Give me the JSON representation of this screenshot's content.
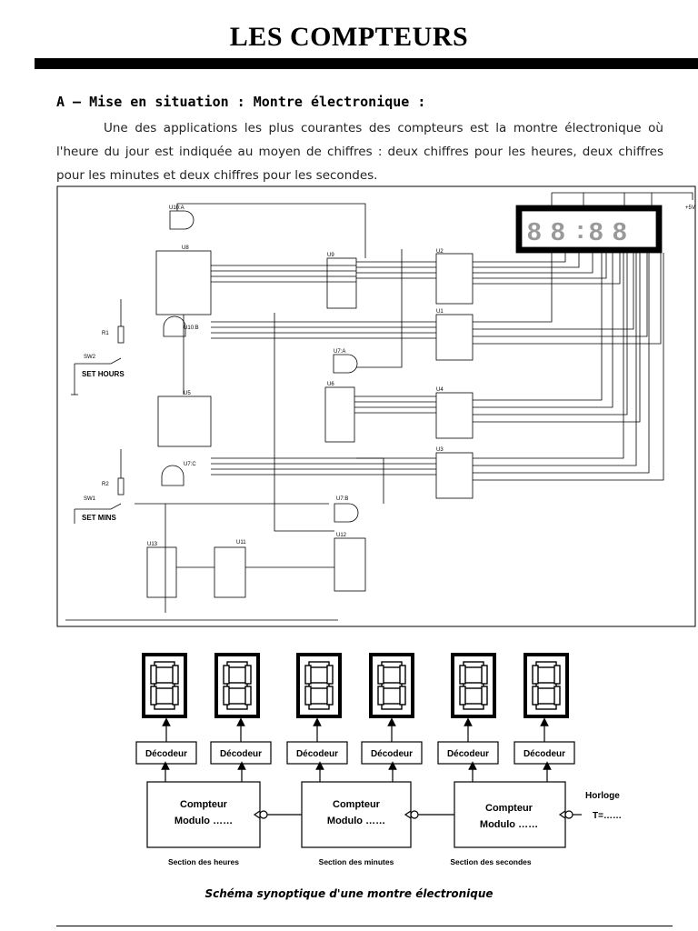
{
  "page": {
    "title": "LES COMPTEURS",
    "section_heading": "A – Mise en situation : Montre électronique :",
    "intro_text": "Une des applications les plus courantes des compteurs est la montre électronique où l'heure du jour est indiquée au moyen de chiffres : deux chiffres pour les heures, deux chiffres pour les minutes et deux chiffres pour les secondes."
  },
  "schematic": {
    "labels": {
      "u10a": "U10:A",
      "u8": "U8",
      "u9": "U9",
      "u2": "U2",
      "u1": "U1",
      "u10b": "U10:B",
      "u7a": "U7:A",
      "u6": "U6",
      "u5": "U5",
      "u4": "U4",
      "u3": "U3",
      "u7c": "U7:C",
      "u7b": "U7:B",
      "u13": "U13",
      "u11": "U11",
      "u12": "U12",
      "r1": "R1",
      "r2": "R2",
      "sw2": "SW2",
      "sw1": "SW1",
      "set_hours": "SET HOURS",
      "set_mins": "SET MINS",
      "supply": "+5V"
    }
  },
  "synoptic": {
    "decoder_label": "Décodeur",
    "counter_line1": "Compteur",
    "counter_line2": "Modulo ……",
    "clock_label": "Horloge",
    "clock_period": "T=……",
    "sections": [
      "Section des heures",
      "Section des minutes",
      "Section des secondes"
    ]
  },
  "caption": "Schéma synoptique d'une montre électronique"
}
